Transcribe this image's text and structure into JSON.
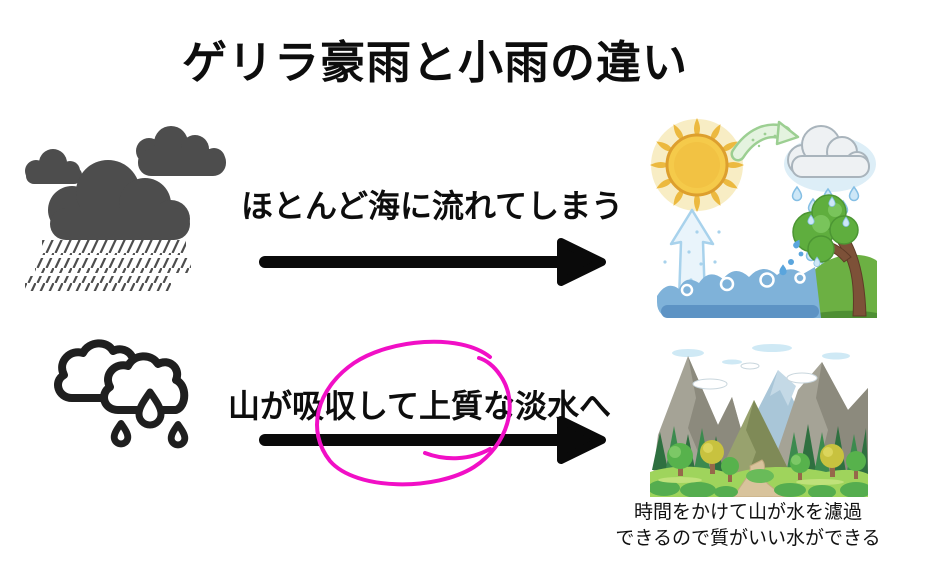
{
  "title": "ゲリラ豪雨と小雨の違い",
  "heavy_rain_row": {
    "icon": "storm-clouds-heavy-rain-icon",
    "label": "ほとんど海に流れてしまう",
    "illustration": "water-cycle-illustration"
  },
  "light_rain_row": {
    "icon": "light-rain-clouds-icon",
    "label": "山が吸収して上質な淡水へ",
    "illustration": "mountain-forest-illustration",
    "caption": {
      "line1": "時間をかけて山が水を濾過",
      "line2": "できるので質がいい水ができる"
    }
  },
  "colors": {
    "background": "#ffffff",
    "text": "#0d0d0d",
    "storm_cloud_gray": "#4d4d4d",
    "outline_black": "#1f1f1f",
    "arrow_black": "#0a0a0a",
    "highlight_magenta": "#f10fc6",
    "sun_yellow": "#f5ca4a",
    "wave_blue": "#7fb2d9",
    "hill_green": "#6cb043",
    "mountain_gray": "#a5a396"
  }
}
